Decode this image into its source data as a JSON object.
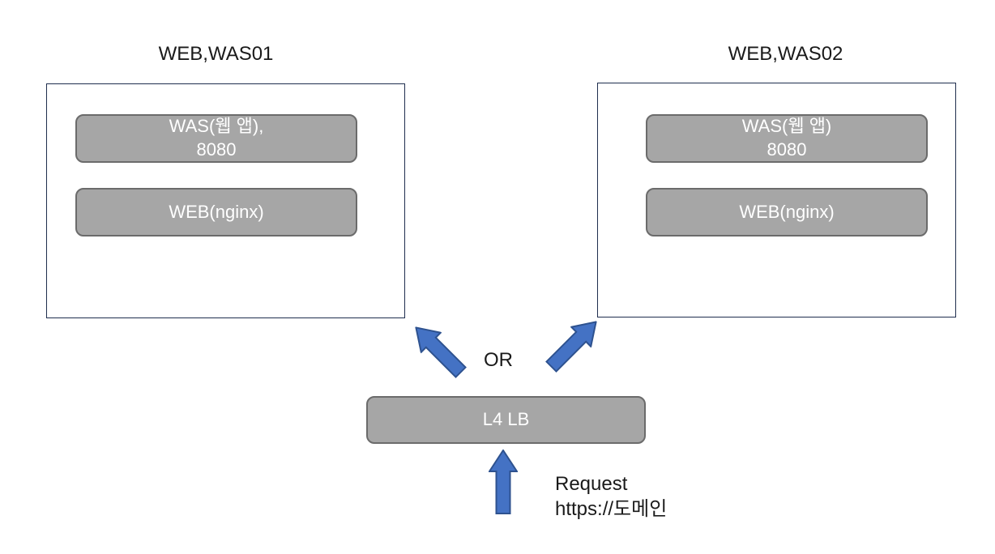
{
  "diagram": {
    "colors": {
      "background": "#ffffff",
      "arrow_fill": "#4472c4",
      "arrow_stroke": "#2e528f",
      "node_fill": "#a6a6a6",
      "node_stroke": "#6b6b6b",
      "server_border": "#1f2e4e",
      "text_dark": "#1a1a1a",
      "text_light": "#ffffff"
    },
    "servers": [
      {
        "title": "WEB,WAS01",
        "was_node": {
          "line1": "WAS(웹 앱),",
          "line2": "8080"
        },
        "web_node": {
          "label": "WEB(nginx)"
        }
      },
      {
        "title": "WEB,WAS02",
        "was_node": {
          "line1": "WAS(웹 앱)",
          "line2": "8080"
        },
        "web_node": {
          "label": "WEB(nginx)"
        }
      }
    ],
    "or_label": "OR",
    "load_balancer": {
      "label": "L4 LB"
    },
    "request": {
      "line1": "Request",
      "line2": "https://도메인"
    },
    "arrows": [
      {
        "name": "lb-to-server1",
        "direction": "up-left"
      },
      {
        "name": "lb-to-server2",
        "direction": "up-right"
      },
      {
        "name": "request-to-lb",
        "direction": "up"
      }
    ]
  }
}
